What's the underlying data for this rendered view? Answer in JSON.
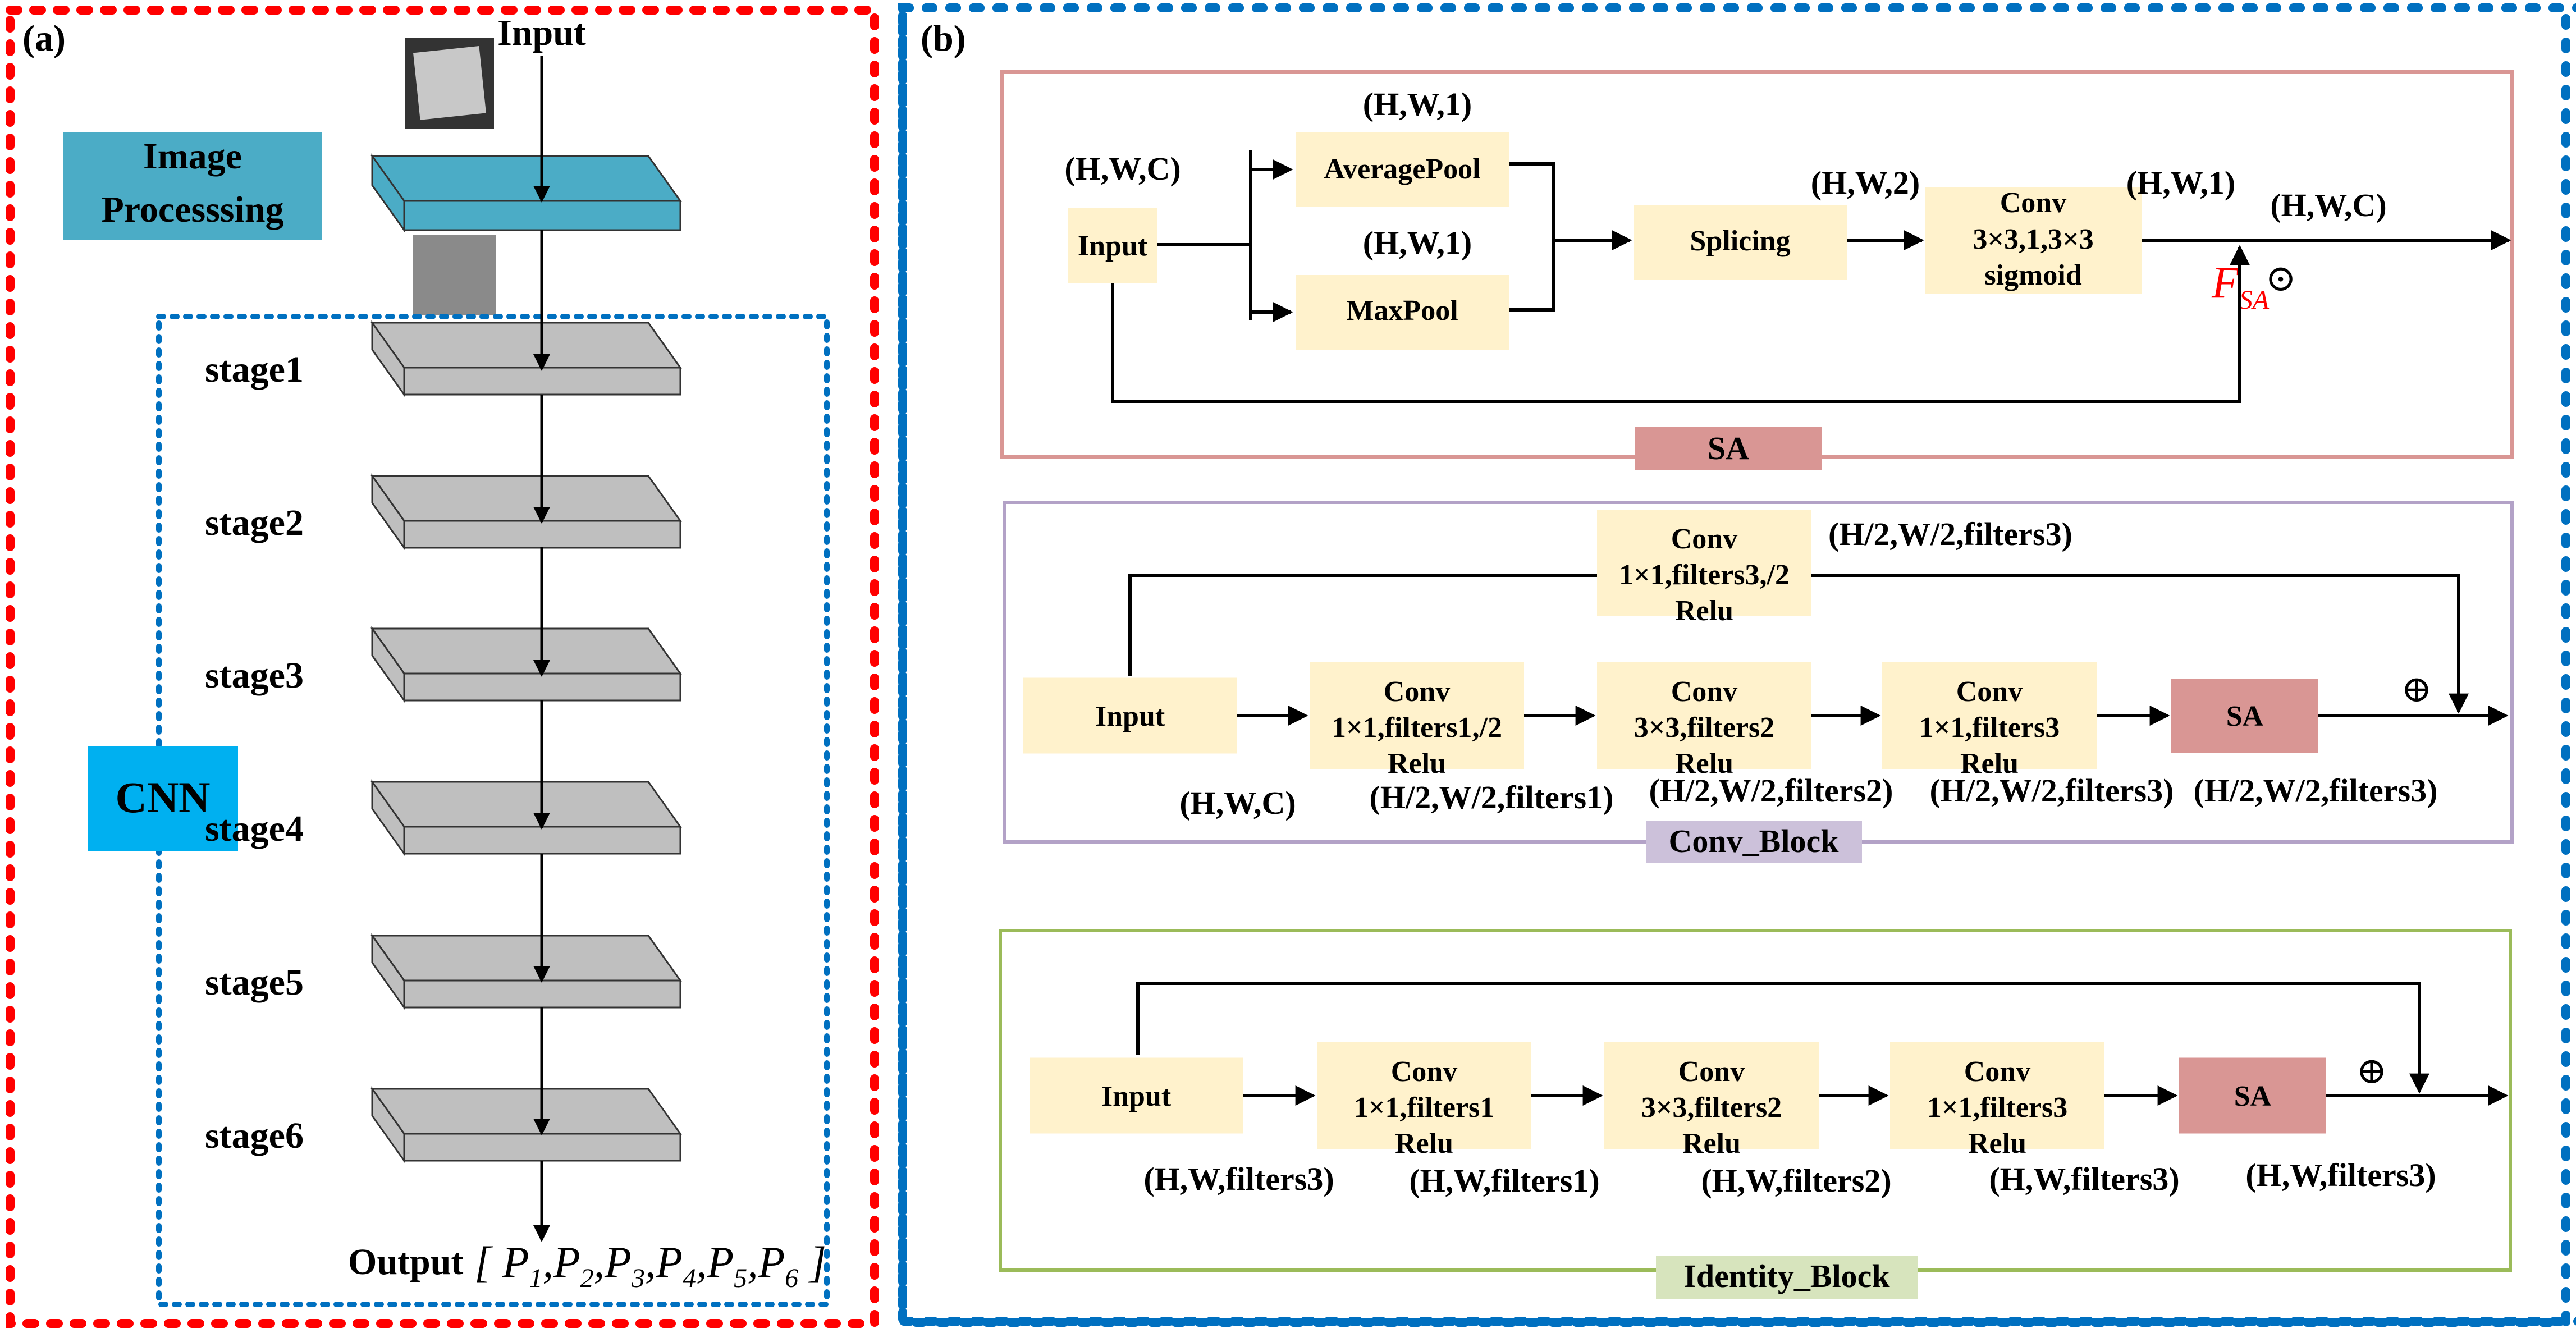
{
  "panel_a": {
    "label": "(a)",
    "input_label": "Input",
    "image_processing": [
      "Image",
      "Processsing"
    ],
    "cnn_label": "CNN",
    "stages": [
      "stage1",
      "stage2",
      "stage3",
      "stage4",
      "stage5",
      "stage6"
    ],
    "output_label": "Output",
    "output_vector": {
      "open": "[",
      "close": "]",
      "items": [
        [
          "P",
          "1"
        ],
        [
          "P",
          "2"
        ],
        [
          "P",
          "3"
        ],
        [
          "P",
          "4"
        ],
        [
          "P",
          "5"
        ],
        [
          "P",
          "6"
        ]
      ]
    }
  },
  "panel_b": {
    "label": "(b)",
    "sa_block": {
      "title": "SA",
      "input": "Input",
      "input_shape": "(H,W,C)",
      "avgpool": "AveragePool",
      "avgpool_shape": "(H,W,1)",
      "maxpool": "MaxPool",
      "maxpool_shape": "(H,W,1)",
      "splicing": "Splicing",
      "splicing_shape": "(H,W,2)",
      "conv": [
        "Conv",
        "3×3,1,3×3",
        "sigmoid"
      ],
      "conv_shape": "(H,W,1)",
      "output_shape": "(H,W,C)",
      "fsa": "F",
      "fsa_sub": "SA",
      "op": "⊙"
    },
    "conv_block": {
      "title": "Conv_Block",
      "input": "Input",
      "shortcut_conv": [
        "Conv",
        "1×1,filters3,/2",
        "Relu"
      ],
      "shortcut_shape": "(H/2,W/2,filters3)",
      "conv1": [
        "Conv",
        "1×1,filters1,/2",
        "Relu"
      ],
      "conv2": [
        "Conv",
        "3×3,filters2",
        "Relu"
      ],
      "conv3": [
        "Conv",
        "1×1,filters3",
        "Relu"
      ],
      "sa": "SA",
      "op": "⊕",
      "shapes": [
        "(H,W,C)",
        "(H/2,W/2,filters1)",
        "(H/2,W/2,filters2)",
        "(H/2,W/2,filters3)",
        "(H/2,W/2,filters3)"
      ]
    },
    "identity_block": {
      "title": "Identity_Block",
      "input": "Input",
      "conv1": [
        "Conv",
        "1×1,filters1",
        "Relu"
      ],
      "conv2": [
        "Conv",
        "3×3,filters2",
        "Relu"
      ],
      "conv3": [
        "Conv",
        "1×1,filters3",
        "Relu"
      ],
      "sa": "SA",
      "op": "⊕",
      "shapes": [
        "(H,W,filters3)",
        "(H,W,filters1)",
        "(H,W,filters2)",
        "(H,W,filters3)",
        "(H,W,filters3)"
      ]
    }
  },
  "colors": {
    "panel_a_border": "#ff0000",
    "panel_b_border": "#0070c0",
    "image_processing": "#4bacc6",
    "cnn": "#00b0f0",
    "stage": "#bfbfbf",
    "node": "#fff2cc",
    "sa": "#d99694",
    "sa_border": "#d99694",
    "conv_block_border": "#b3a2c7",
    "conv_block_tag": "#ccc1da",
    "identity_border": "#9bbb59",
    "identity_tag": "#d7e4bd",
    "fsa": "#ff0000"
  }
}
